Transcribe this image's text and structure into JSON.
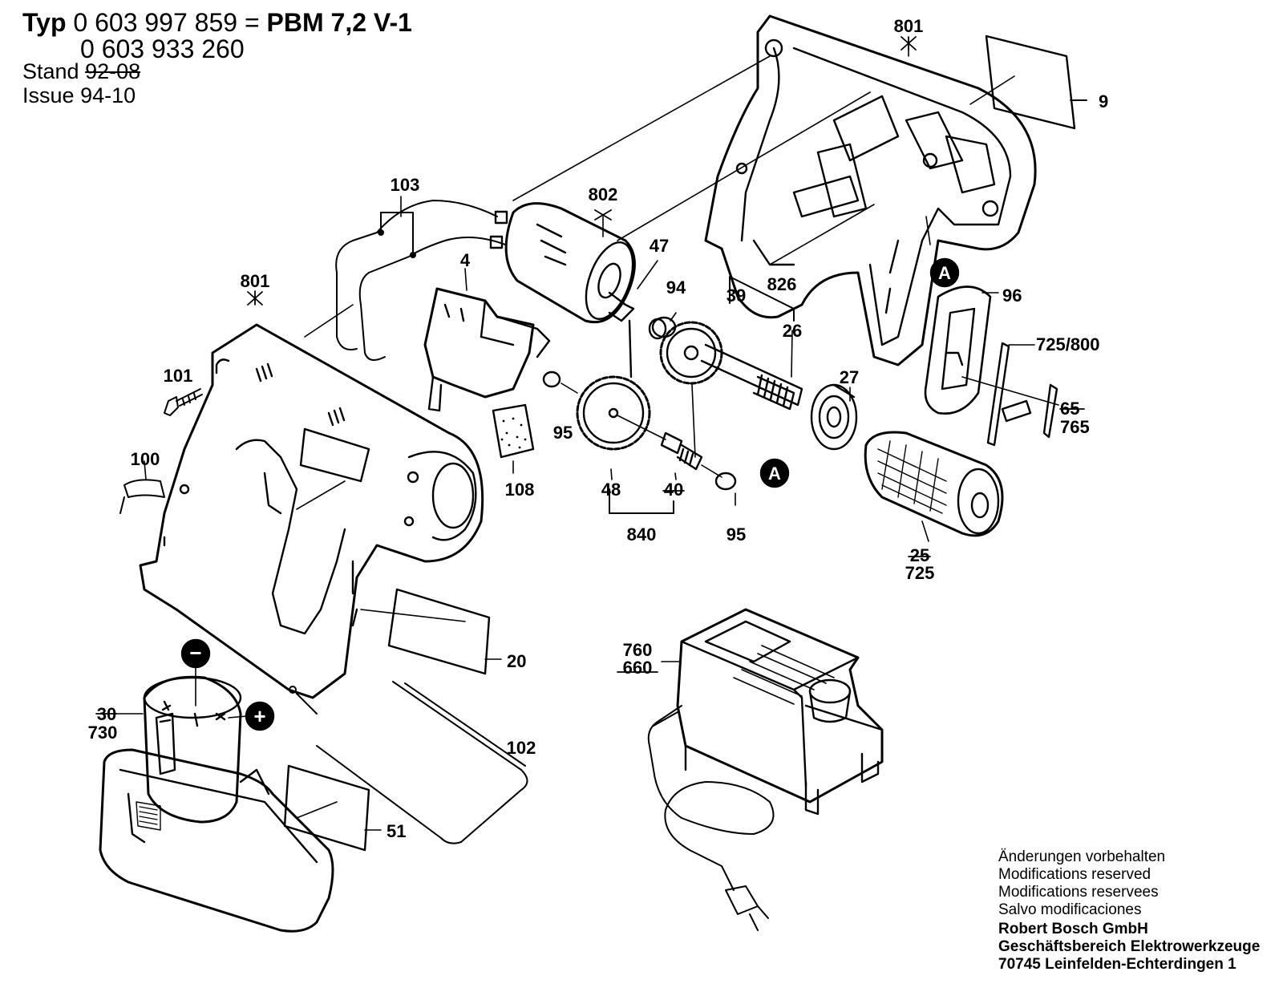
{
  "header": {
    "typ_label": "Typ",
    "model_no_1": "0 603 997 859",
    "equals": "=",
    "model_name": "PBM 7,2 V-1",
    "model_no_2": "0 603 933 260",
    "stand_label": "Stand",
    "stand_value": "92-08",
    "issue_label": "Issue",
    "issue_value": "94-10"
  },
  "parts": [
    {
      "id": "p801a",
      "label": "801"
    },
    {
      "id": "p9",
      "label": "9"
    },
    {
      "id": "p103",
      "label": "103"
    },
    {
      "id": "p802",
      "label": "802"
    },
    {
      "id": "p47",
      "label": "47"
    },
    {
      "id": "p4",
      "label": "4"
    },
    {
      "id": "p801b",
      "label": "801"
    },
    {
      "id": "p94",
      "label": "94"
    },
    {
      "id": "p39",
      "label": "39"
    },
    {
      "id": "p826",
      "label": "826"
    },
    {
      "id": "p96",
      "label": "96"
    },
    {
      "id": "p26",
      "label": "26"
    },
    {
      "id": "p725_800",
      "label": "725/800"
    },
    {
      "id": "p101",
      "label": "101"
    },
    {
      "id": "p27",
      "label": "27"
    },
    {
      "id": "p65",
      "label": "65"
    },
    {
      "id": "p765",
      "label": "765"
    },
    {
      "id": "p95a",
      "label": "95"
    },
    {
      "id": "p108",
      "label": "108"
    },
    {
      "id": "p100",
      "label": "100"
    },
    {
      "id": "p48",
      "label": "48"
    },
    {
      "id": "p40",
      "label": "40"
    },
    {
      "id": "p840",
      "label": "840"
    },
    {
      "id": "p95b",
      "label": "95"
    },
    {
      "id": "p25",
      "label": "25"
    },
    {
      "id": "p725",
      "label": "725"
    },
    {
      "id": "p760",
      "label": "760"
    },
    {
      "id": "p660",
      "label": "660"
    },
    {
      "id": "p20",
      "label": "20"
    },
    {
      "id": "p30",
      "label": "30"
    },
    {
      "id": "p730",
      "label": "730"
    },
    {
      "id": "p102",
      "label": "102"
    },
    {
      "id": "p51",
      "label": "51"
    }
  ],
  "markers": {
    "ref_a": "A",
    "minus": "−",
    "plus": "+"
  },
  "notes": {
    "line1": "Änderungen vorbehalten",
    "line2": "Modifications reserved",
    "line3": "Modifications reservees",
    "line4": "Salvo modificaciones",
    "line5": "Robert Bosch GmbH",
    "line6": "Geschäftsbereich Elektrowerkzeuge",
    "line7": "70745 Leinfelden-Echterdingen 1"
  }
}
